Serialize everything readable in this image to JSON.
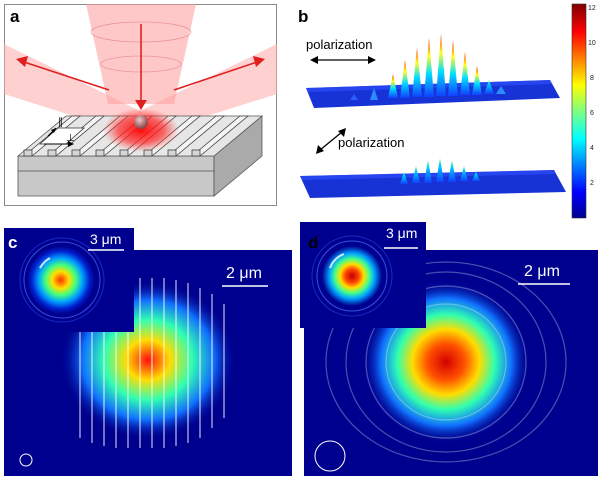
{
  "panels": {
    "a": {
      "label": "a",
      "parallel_symbol": "∥",
      "perp_symbol": "⊥"
    },
    "b": {
      "label": "b",
      "top_text": "polarization",
      "bottom_text": "polarization",
      "colorbar_ticks": [
        "12",
        "10",
        "8",
        "6",
        "4",
        "2"
      ]
    },
    "c": {
      "label": "c",
      "inset_scale": "3 μm",
      "main_scale": "2 μm"
    },
    "d": {
      "label": "d",
      "inset_scale": "3 μm",
      "main_scale": "2 μm"
    }
  },
  "colors": {
    "field_background": "#00008f",
    "laser": "#ff3b3b",
    "hot": "#d40000"
  }
}
